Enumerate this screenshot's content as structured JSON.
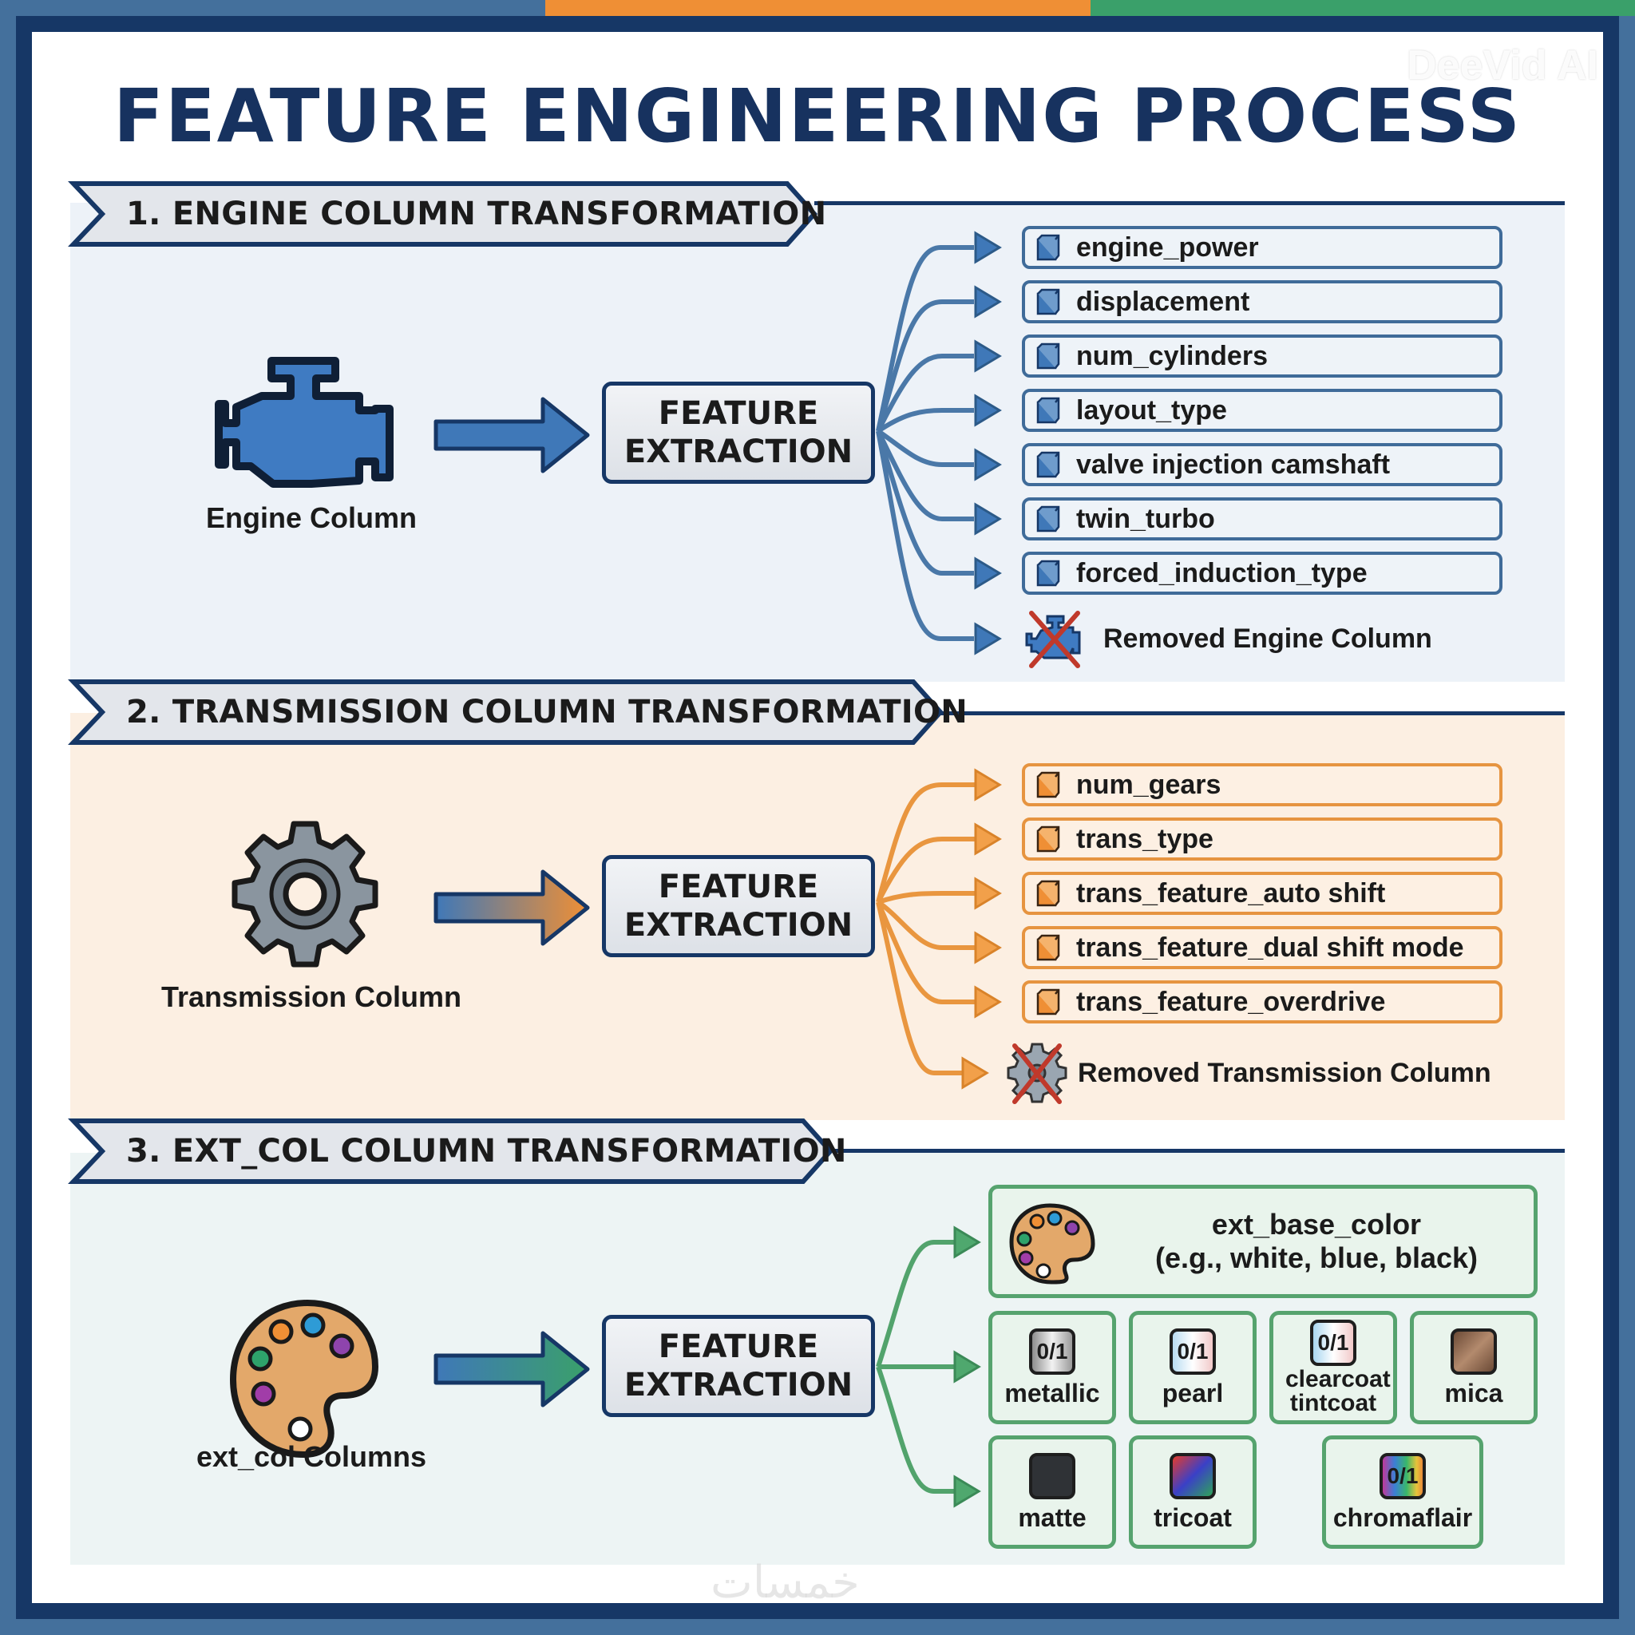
{
  "title": "FEATURE ENGINEERING PROCESS",
  "watermarks": {
    "top_right": "DeeVid AI",
    "bottom": "خمسات"
  },
  "colors": {
    "navy": "#163766",
    "blue_accent": "#3f6b99",
    "orange_accent": "#e69440",
    "green_accent": "#56a36e",
    "top_bar": [
      "#44709c",
      "#ef8f35",
      "#3aa06a"
    ]
  },
  "sections": [
    {
      "header": "1. ENGINE COLUMN TRANSFORMATION",
      "source_label": "Engine Column",
      "source_icon": "engine-icon",
      "process_label": [
        "FEATURE",
        "EXTRACTION"
      ],
      "features": [
        "engine_power",
        "displacement",
        "num_cylinders",
        "layout_type",
        "valve injection camshaft",
        "twin_turbo",
        "forced_induction_type"
      ],
      "removed_label": "Removed Engine Column"
    },
    {
      "header": "2. TRANSMISSION COLUMN TRANSFORMATION",
      "source_label": "Transmission Column",
      "source_icon": "gear-icon",
      "process_label": [
        "FEATURE",
        "EXTRACTION"
      ],
      "features": [
        "num_gears",
        "trans_type",
        "trans_feature_auto shift",
        "trans_feature_dual shift mode",
        "trans_feature_overdrive"
      ],
      "removed_label": "Removed Transmission Column"
    },
    {
      "header": "3. EXT_COL COLUMN TRANSFORMATION",
      "source_label": "ext_col Columns",
      "source_icon": "palette-icon",
      "process_label": [
        "FEATURE",
        "EXTRACTION"
      ],
      "base_color": {
        "name": "ext_base_color",
        "examples": "(e.g., white, blue, black)"
      },
      "finish_row_1": [
        {
          "label": "metallic",
          "badge": "0/1",
          "swatch": "silver"
        },
        {
          "label": "pearl",
          "badge": "0/1",
          "swatch": "pearl"
        },
        {
          "label": "clearcoat tintcoat",
          "badge": "0/1",
          "swatch": "clearcoat"
        },
        {
          "label": "mica",
          "badge": "",
          "swatch": "bronze"
        }
      ],
      "finish_row_2": [
        {
          "label": "matte",
          "badge": "",
          "swatch": "dark"
        },
        {
          "label": "tricoat",
          "badge": "",
          "swatch": "tricolor"
        },
        {
          "label": "chromaflair",
          "badge": "0/1",
          "swatch": "rainbow"
        }
      ]
    }
  ]
}
